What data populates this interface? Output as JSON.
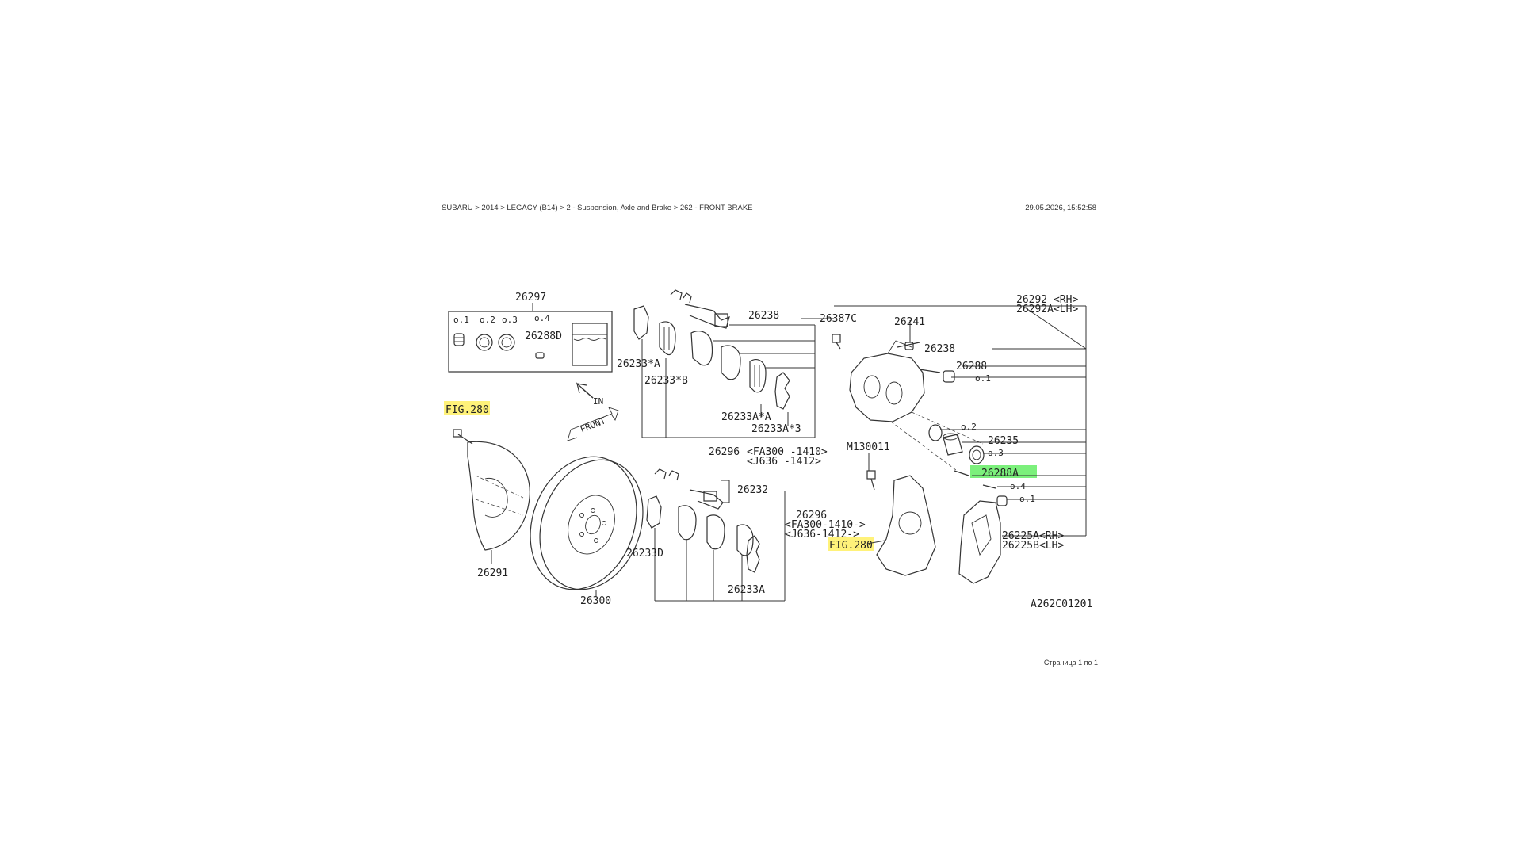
{
  "header": {
    "breadcrumb": "SUBARU > 2014 > LEGACY (B14) > 2 - Suspension, Axle and Brake > 262 - FRONT BRAKE",
    "timestamp": "29.05.2026, 15:52:58"
  },
  "footer": {
    "pager": "Страница 1 по 1"
  },
  "colors": {
    "highlight_yellow": "#fff27a",
    "highlight_green": "#7cf07c",
    "line": "#333333"
  },
  "diagram": {
    "figure_code": "A262C01201",
    "labels": {
      "kit": "26297",
      "kit_o1": "o.1",
      "kit_o2": "o.2",
      "kit_o3": "o.3",
      "kit_o4": "o.4",
      "kit_part": "26288D",
      "fig_ref_top": "FIG.280",
      "fig_ref_mid": "FIG.280",
      "in_arrow": "IN",
      "front_arrow": "FRONT",
      "shield": "26291",
      "rotor": "26300",
      "pad_a_left": "26233*A",
      "pad_b_left": "26233*B",
      "clip_top": "26238",
      "pad_a_right": "26233A*A",
      "pad_3": "26233A*3",
      "pad_set_top_1": "26296",
      "pad_set_top_2": "<FA300 -1410>",
      "pad_set_top_3": "<J636 -1412>",
      "clip_bottom": "26232",
      "pad_d": "26233D",
      "pad_a_bottom": "26233A",
      "pad_set_bottom_1": "26296",
      "pad_set_bottom_2": "<FA300-1410->",
      "pad_set_bottom_3": "<J636-1412->",
      "bolt_m": "M130011",
      "caliper_rh": "26292 <RH>",
      "caliper_lh": "26292A<LH>",
      "bleeder": "26387C",
      "bleeder_cap": "26241",
      "pin_bolt": "26238",
      "boot": "26288",
      "o1a": "o.1",
      "o2": "o.2",
      "piston": "26235",
      "o3": "o.3",
      "guide": "26288A",
      "o4": "o.4",
      "o1b": "o.1",
      "support_rh": "26225A<RH>",
      "support_lh": "26225B<LH>"
    }
  }
}
